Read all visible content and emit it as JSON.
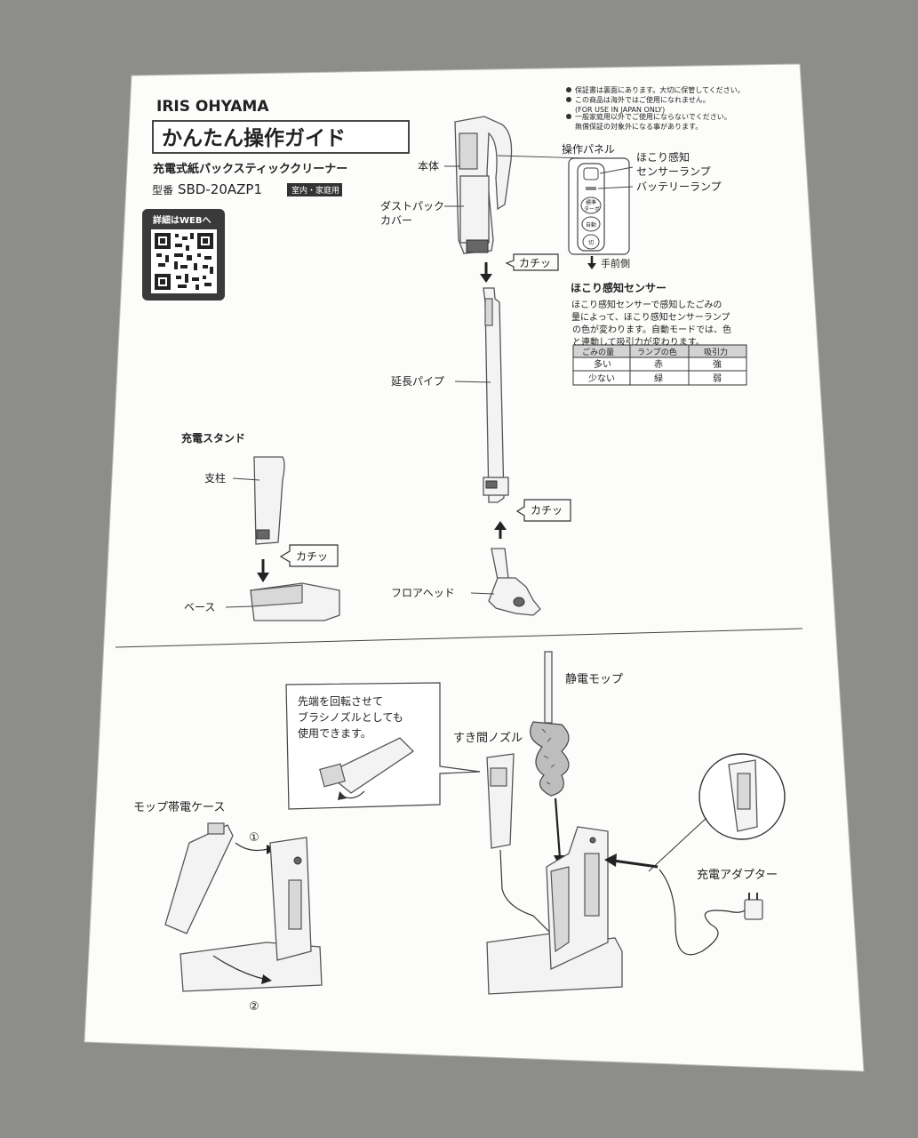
{
  "header": {
    "brand": "IRIS OHYAMA",
    "guide_title": "かんたん操作ガイド",
    "product_name": "充電式紙パックスティッククリーナー",
    "model_label": "型番",
    "model_number": "SBD-20AZP1",
    "usage_badge": "室内・家庭用",
    "qr_caption": "詳細はWEBへ"
  },
  "notices": [
    "保証書は裏面にあります。大切に保管してください。",
    "この商品は海外ではご使用になれません。",
    "(FOR USE IN JAPAN ONLY)",
    "一般家庭用以外でご使用にならないでください。",
    "無償保証の対象外になる事があります。"
  ],
  "labels": {
    "body": "本体",
    "dust_cover_1": "ダストパック",
    "dust_cover_2": "カバー",
    "click": "カチッ",
    "extension_pipe": "延長パイプ",
    "floor_head": "フロアヘッド",
    "charging_stand": "充電スタンド",
    "pillar": "支柱",
    "base": "ベース",
    "control_panel": "操作パネル",
    "dust_lamp_1": "ほこり感知",
    "dust_lamp_2": "センサーランプ",
    "battery_lamp": "バッテリーランプ",
    "front_side": "手前側",
    "btn_turbo_1": "標準",
    "btn_turbo_2": "ターボ",
    "btn_auto": "自動",
    "btn_off": "切",
    "mop": "静電モップ",
    "crevice_nozzle": "すき間ノズル",
    "brush_note_1": "先端を回転させて",
    "brush_note_2": "ブラシノズルとしても",
    "brush_note_3": "使用できます。",
    "mop_case": "モップ帯電ケース",
    "step1": "①",
    "step2": "②",
    "adapter": "充電アダプター"
  },
  "sensor": {
    "title": "ほこり感知センサー",
    "desc": [
      "ほこり感知センサーで感知したごみの",
      "量によって、ほこり感知センサーランプ",
      "の色が変わります。自動モードでは、色",
      "と連動して吸引力が変わります。"
    ],
    "table": {
      "headers": [
        "ごみの量",
        "ランプの色",
        "吸引力"
      ],
      "rows": [
        [
          "多い",
          "赤",
          "強"
        ],
        [
          "少ない",
          "緑",
          "弱"
        ]
      ]
    }
  }
}
